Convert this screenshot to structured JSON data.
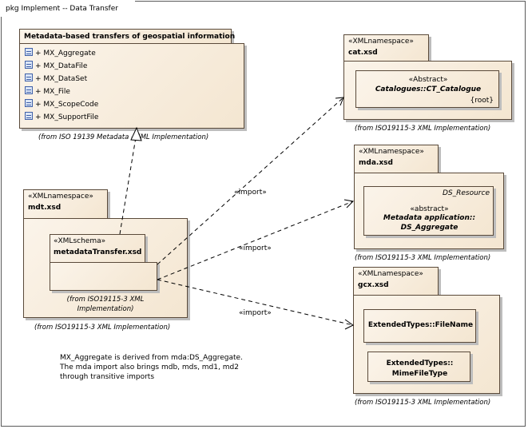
{
  "frame": {
    "title": "pkg Implement -- Data Transfer"
  },
  "metadata_pkg": {
    "title": "Metadata-based transfers of geospatial information",
    "items": [
      {
        "label": "+ MX_Aggregate",
        "icon": "class-attribute-icon"
      },
      {
        "label": "+ MX_DataFile",
        "icon": "class-attribute-icon"
      },
      {
        "label": "+ MX_DataSet",
        "icon": "class-attribute-icon"
      },
      {
        "label": "+ MX_File",
        "icon": "class-attribute-icon"
      },
      {
        "label": "+ MX_ScopeCode",
        "icon": "class-attribute-icon"
      },
      {
        "label": "+ MX_SupportFile",
        "icon": "class-attribute-icon"
      }
    ],
    "from": "(from ISO 19139 Metadata - XML Implementation)"
  },
  "mdt": {
    "stereotype": "«XMLnamespace»",
    "name": "mdt.xsd",
    "schema_stereotype": "«XMLschema»",
    "schema_name": "metadataTransfer.xsd",
    "inner_from_line1": "(from ISO19115-3 XML",
    "inner_from_line2": "Implementation)",
    "from": "(from ISO19115-3 XML Implementation)"
  },
  "cat": {
    "stereotype": "«XMLnamespace»",
    "name": "cat.xsd",
    "class_stereotype": "«Abstract»",
    "class_name": "Catalogues::CT_Catalogue",
    "class_tag": "{root}",
    "from": "(from ISO19115-3 XML Implementation)"
  },
  "mda": {
    "stereotype": "«XMLnamespace»",
    "name": "mda.xsd",
    "class_parent": "DS_Resource",
    "class_stereotype": "«abstract»",
    "class_name_line1": "Metadata application::",
    "class_name_line2": "DS_Aggregate",
    "from": "(from ISO19115-3 XML Implementation)"
  },
  "gcx": {
    "stereotype": "«XMLnamespace»",
    "name": "gcx.xsd",
    "class1": "ExtendedTypes::FileName",
    "class2_line1": "ExtendedTypes::",
    "class2_line2": "MimeFileType",
    "from": "(from ISO19115-3 XML Implementation)"
  },
  "imports": {
    "to_cat": "«import»",
    "to_mda": "«import»",
    "to_gcx": "«import»"
  },
  "note": {
    "line1": "MX_Aggregate is derived from mda:DS_Aggregate.",
    "line2": "The mda import also brings mdb, mds, md1, md2",
    "line3": "through transitive imports"
  },
  "colors": {
    "fill_light": "#fbf4ea",
    "fill_dark": "#f4e6d1",
    "border": "#5a4a3a",
    "icon_blue": "#3f60a8"
  }
}
